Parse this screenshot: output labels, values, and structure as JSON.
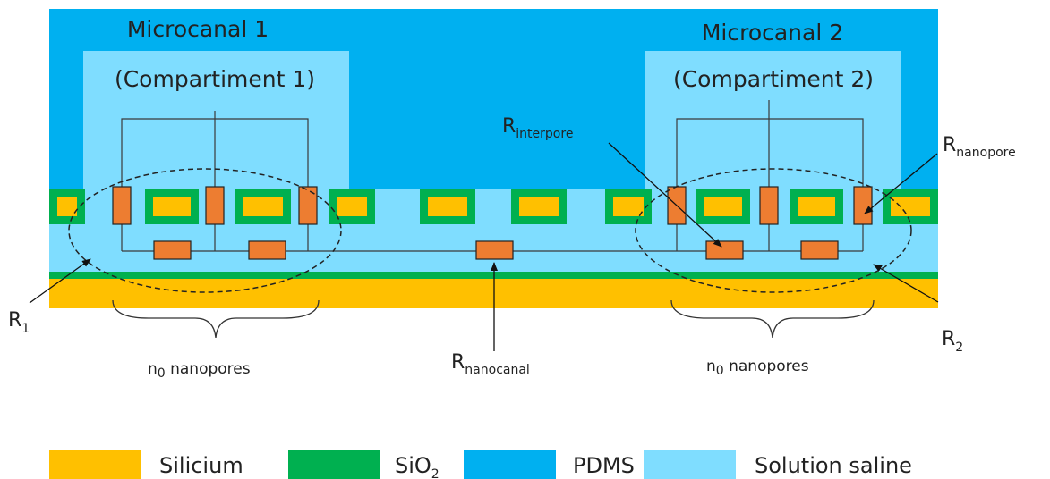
{
  "microcanal_1": {
    "title": "Microcanal 1",
    "subtitle": "(Compartiment 1)"
  },
  "microcanal_2": {
    "title": "Microcanal 2",
    "subtitle": "(Compartiment 2)"
  },
  "labels": {
    "r_interpore": {
      "base": "R",
      "sub": "interpore"
    },
    "r_nanopore": {
      "base": "R",
      "sub": "nanopore"
    },
    "r_nanocanal": {
      "base": "R",
      "sub": "nanocanal"
    },
    "r1": {
      "base": "R",
      "sub": "1"
    },
    "r2": {
      "base": "R",
      "sub": "2"
    },
    "n0_left": {
      "n": "n",
      "sub": "0",
      "rest": " nanopores"
    },
    "n0_right": {
      "n": "n",
      "sub": "0",
      "rest": " nanopores"
    }
  },
  "legend": [
    {
      "label": "Silicium",
      "sub": "",
      "color": "#FFC000"
    },
    {
      "label": "SiO",
      "sub": "2",
      "color": "#00B050"
    },
    {
      "label": "PDMS",
      "sub": "",
      "color": "#00B0F0"
    },
    {
      "label": "Solution saline",
      "sub": "",
      "color": "#7FDDFF"
    }
  ],
  "colors": {
    "silicium": "#FFC000",
    "sio2": "#00B050",
    "pdms": "#00B0F0",
    "solution": "#7FDDFF",
    "resistor": "#ED7D31"
  }
}
